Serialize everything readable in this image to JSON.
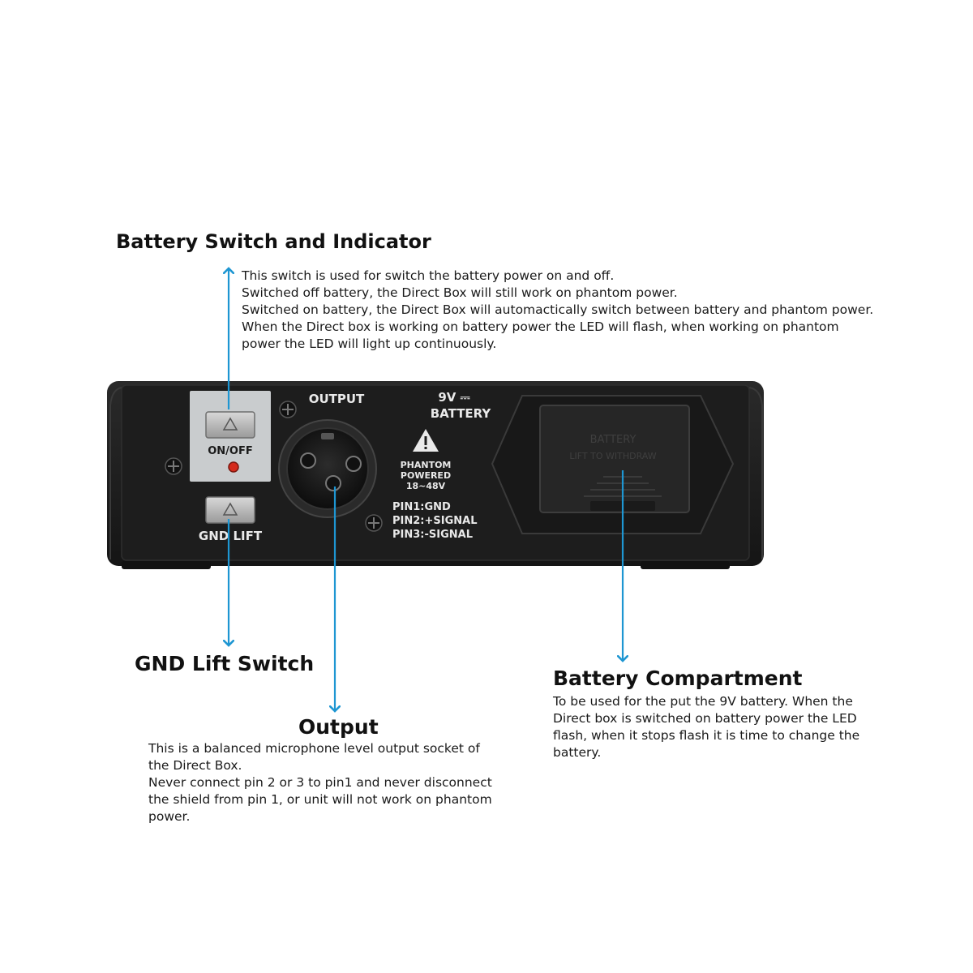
{
  "battery_switch": {
    "heading": "Battery Switch and Indicator",
    "lines": [
      "This switch is used for switch the battery power on and off.",
      "Switched off battery, the Direct Box will still work on phantom power.",
      "Switched on battery, the Direct Box will automactically switch between battery and phantom power.",
      "When the Direct box is working on battery power the LED will flash, when working on phantom",
      "power the LED will light up continuously."
    ]
  },
  "gnd_lift": {
    "heading": "GND Lift Switch"
  },
  "output": {
    "heading": "Output",
    "lines": [
      "This is a balanced microphone level output socket of",
      "the Direct Box.",
      "Never connect pin 2 or 3 to pin1 and never disconnect",
      "the shield from pin 1, or unit will not work on phantom",
      "power."
    ]
  },
  "battery_compartment": {
    "heading": "Battery Compartment",
    "lines": [
      "To be used for the put the 9V battery. When the",
      "Direct box is switched on battery power the LED",
      "flash, when it stops flash it is time to change the",
      "battery."
    ]
  },
  "panel": {
    "on_off": "ON/OFF",
    "gnd_lift": "GND LIFT",
    "output": "OUTPUT",
    "voltage": "9V ⎓",
    "battery": "BATTERY",
    "phantom": [
      "PHANTOM",
      "POWERED",
      "18~48V"
    ],
    "pins": [
      "PIN1:GND",
      "PIN2:+SIGNAL",
      "PIN3:-SIGNAL"
    ],
    "lid_lines": [
      "BATTERY",
      "LIFT TO WITHDRAW"
    ]
  },
  "colors": {
    "arrow": "#1e96d2",
    "panel": "#1c1c1c",
    "led": "#d42a1c"
  }
}
